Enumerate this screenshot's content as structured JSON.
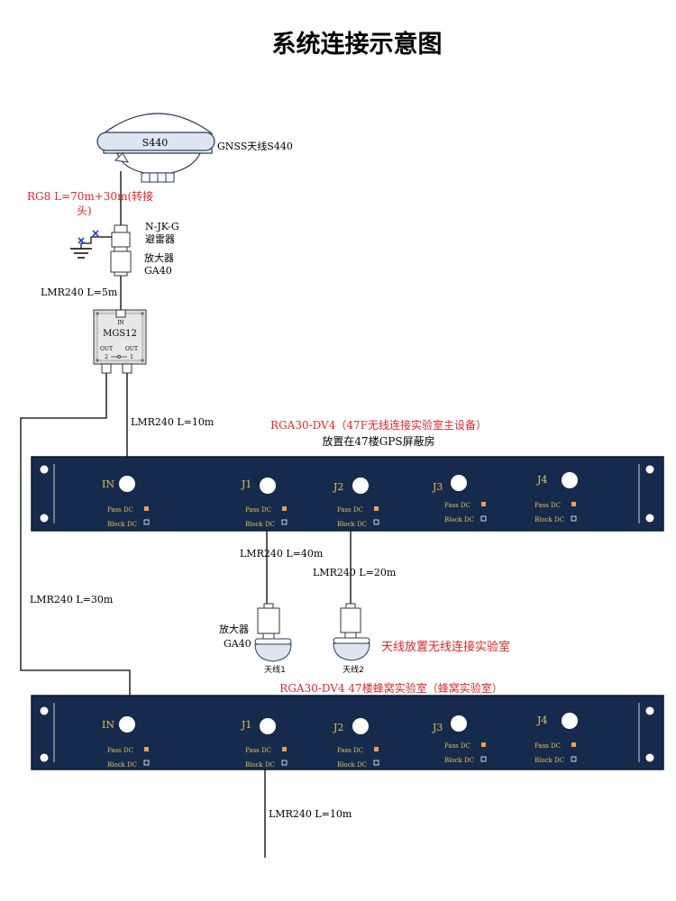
{
  "title": "系统连接示意图",
  "colors": {
    "panel": "#152a4c",
    "panel_border": "#0a1830",
    "cable": "#000000",
    "red_text": "#e0262a",
    "pass_dc": "#f0a050",
    "port_label": "#e8c05a",
    "ground_blue": "#1f3fd6"
  },
  "antenna": {
    "model": "S440",
    "label": "GNSS天线S440"
  },
  "cable_rg8": {
    "line1": "RG8  L=70m+30m(转接",
    "line2": "头)"
  },
  "lightning": {
    "line1": "N-JK-G",
    "line2": "避雷器"
  },
  "amplifier_top": {
    "line1": "放大器",
    "line2": "GA40"
  },
  "cable_lmr5": "LMR240 L=5m",
  "mgs": {
    "in": "IN",
    "model": "MGS12",
    "out1": "OUT",
    "out1_num": "2",
    "out2": "OUT",
    "out2_num": "1"
  },
  "cable_lmr10_top": "LMR240 L=10m",
  "cable_lmr30": "LMR240 L=30m",
  "rack1": {
    "title_line1": "RGA30-DV4（47F无线连接实验室主设备）",
    "title_line2": "放置在47楼GPS屏蔽房",
    "ports": [
      "IN",
      "J1",
      "J2",
      "J3",
      "J4"
    ],
    "pass_label": "Pass DC",
    "block_label": "Block DC"
  },
  "cable_j1": "LMR240 L=40m",
  "cable_j2": "LMR240 L=20m",
  "amplifier_bottom": {
    "line1": "放大器",
    "line2": "GA40"
  },
  "antenna1": "天线1",
  "antenna2": "天线2",
  "lab_note": "天线放置无线连接实验室",
  "rack2": {
    "title": "RGA30-DV4  47楼蜂窝实验室（蜂窝实验室）",
    "ports": [
      "IN",
      "J1",
      "J2",
      "J3",
      "J4"
    ],
    "pass_label": "Pass DC",
    "block_label": "Block DC"
  },
  "cable_bottom": "LMR240 L=10m"
}
